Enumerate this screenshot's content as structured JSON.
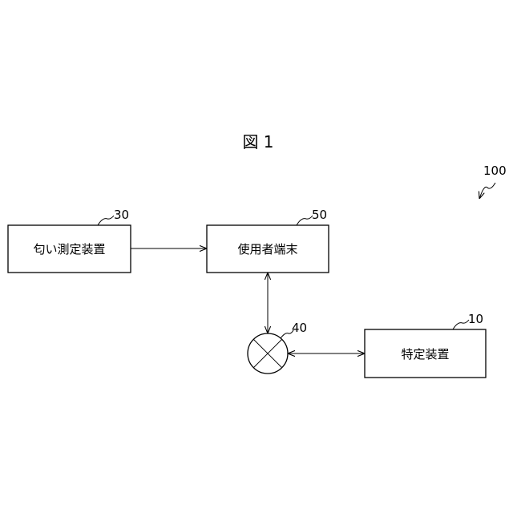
{
  "figure": {
    "title": "図 1"
  },
  "system": {
    "ref": "100"
  },
  "nodes": {
    "odor_sensor": {
      "label": "匂い測定装置",
      "ref": "30"
    },
    "user_terminal": {
      "label": "使用者端末",
      "ref": "50"
    },
    "network": {
      "ref": "40"
    },
    "identify_device": {
      "label": "特定装置",
      "ref": "10"
    }
  },
  "edges": [
    {
      "from": "odor_sensor",
      "to": "user_terminal",
      "direction": "one-way"
    },
    {
      "from": "user_terminal",
      "to": "network",
      "direction": "two-way"
    },
    {
      "from": "network",
      "to": "identify_device",
      "direction": "two-way"
    }
  ]
}
